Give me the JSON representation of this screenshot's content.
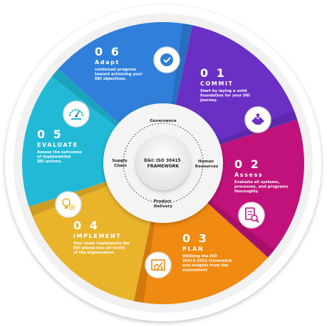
{
  "colors": {
    "commit": "#6a2fc4",
    "assess": "#c0127a",
    "plan": "#f08a10",
    "implement": "#e9b32a",
    "evaluate": "#21b9d6",
    "adapt": "#2f7fdb"
  },
  "steps": [
    {
      "number": "01",
      "title": "COMMIT",
      "desc": [
        "Start by laying a solid",
        "foundation for your DEI",
        "journey."
      ],
      "icon": "handshake-icon"
    },
    {
      "number": "02",
      "title": "Assess",
      "desc": [
        "Evaluate all systems,",
        "processes, and programs",
        "thoroughly."
      ],
      "icon": "document-search-icon"
    },
    {
      "number": "03",
      "title": "PLAN",
      "desc": [
        "Utilizing the ISO",
        "30415:2021 framework",
        "and insights from the",
        "assessment"
      ],
      "icon": "chart-icon"
    },
    {
      "number": "04",
      "title": "IMPLEMENT",
      "desc": [
        "Your team implements the",
        "DEI planacross all levels",
        "of the organization."
      ],
      "icon": "lightbulb-gear-icon"
    },
    {
      "number": "05",
      "title": "EVALUATE",
      "desc": [
        "Assess the outcomes",
        "of implemented",
        "DEI actions."
      ],
      "icon": "gauge-icon"
    },
    {
      "number": "06",
      "title": "Adapt",
      "desc": [
        "continued progress",
        "toward achieving your",
        "DEI objectives."
      ],
      "icon": "checkmark-icon"
    }
  ],
  "hub": {
    "top": "Governance",
    "right": [
      "Human",
      "Resources"
    ],
    "bottom": [
      "Product",
      "Delivery"
    ],
    "left": [
      "Supply",
      "Chain"
    ],
    "center": [
      "D&I: ISO 30415",
      "FRAMEWORK"
    ]
  }
}
